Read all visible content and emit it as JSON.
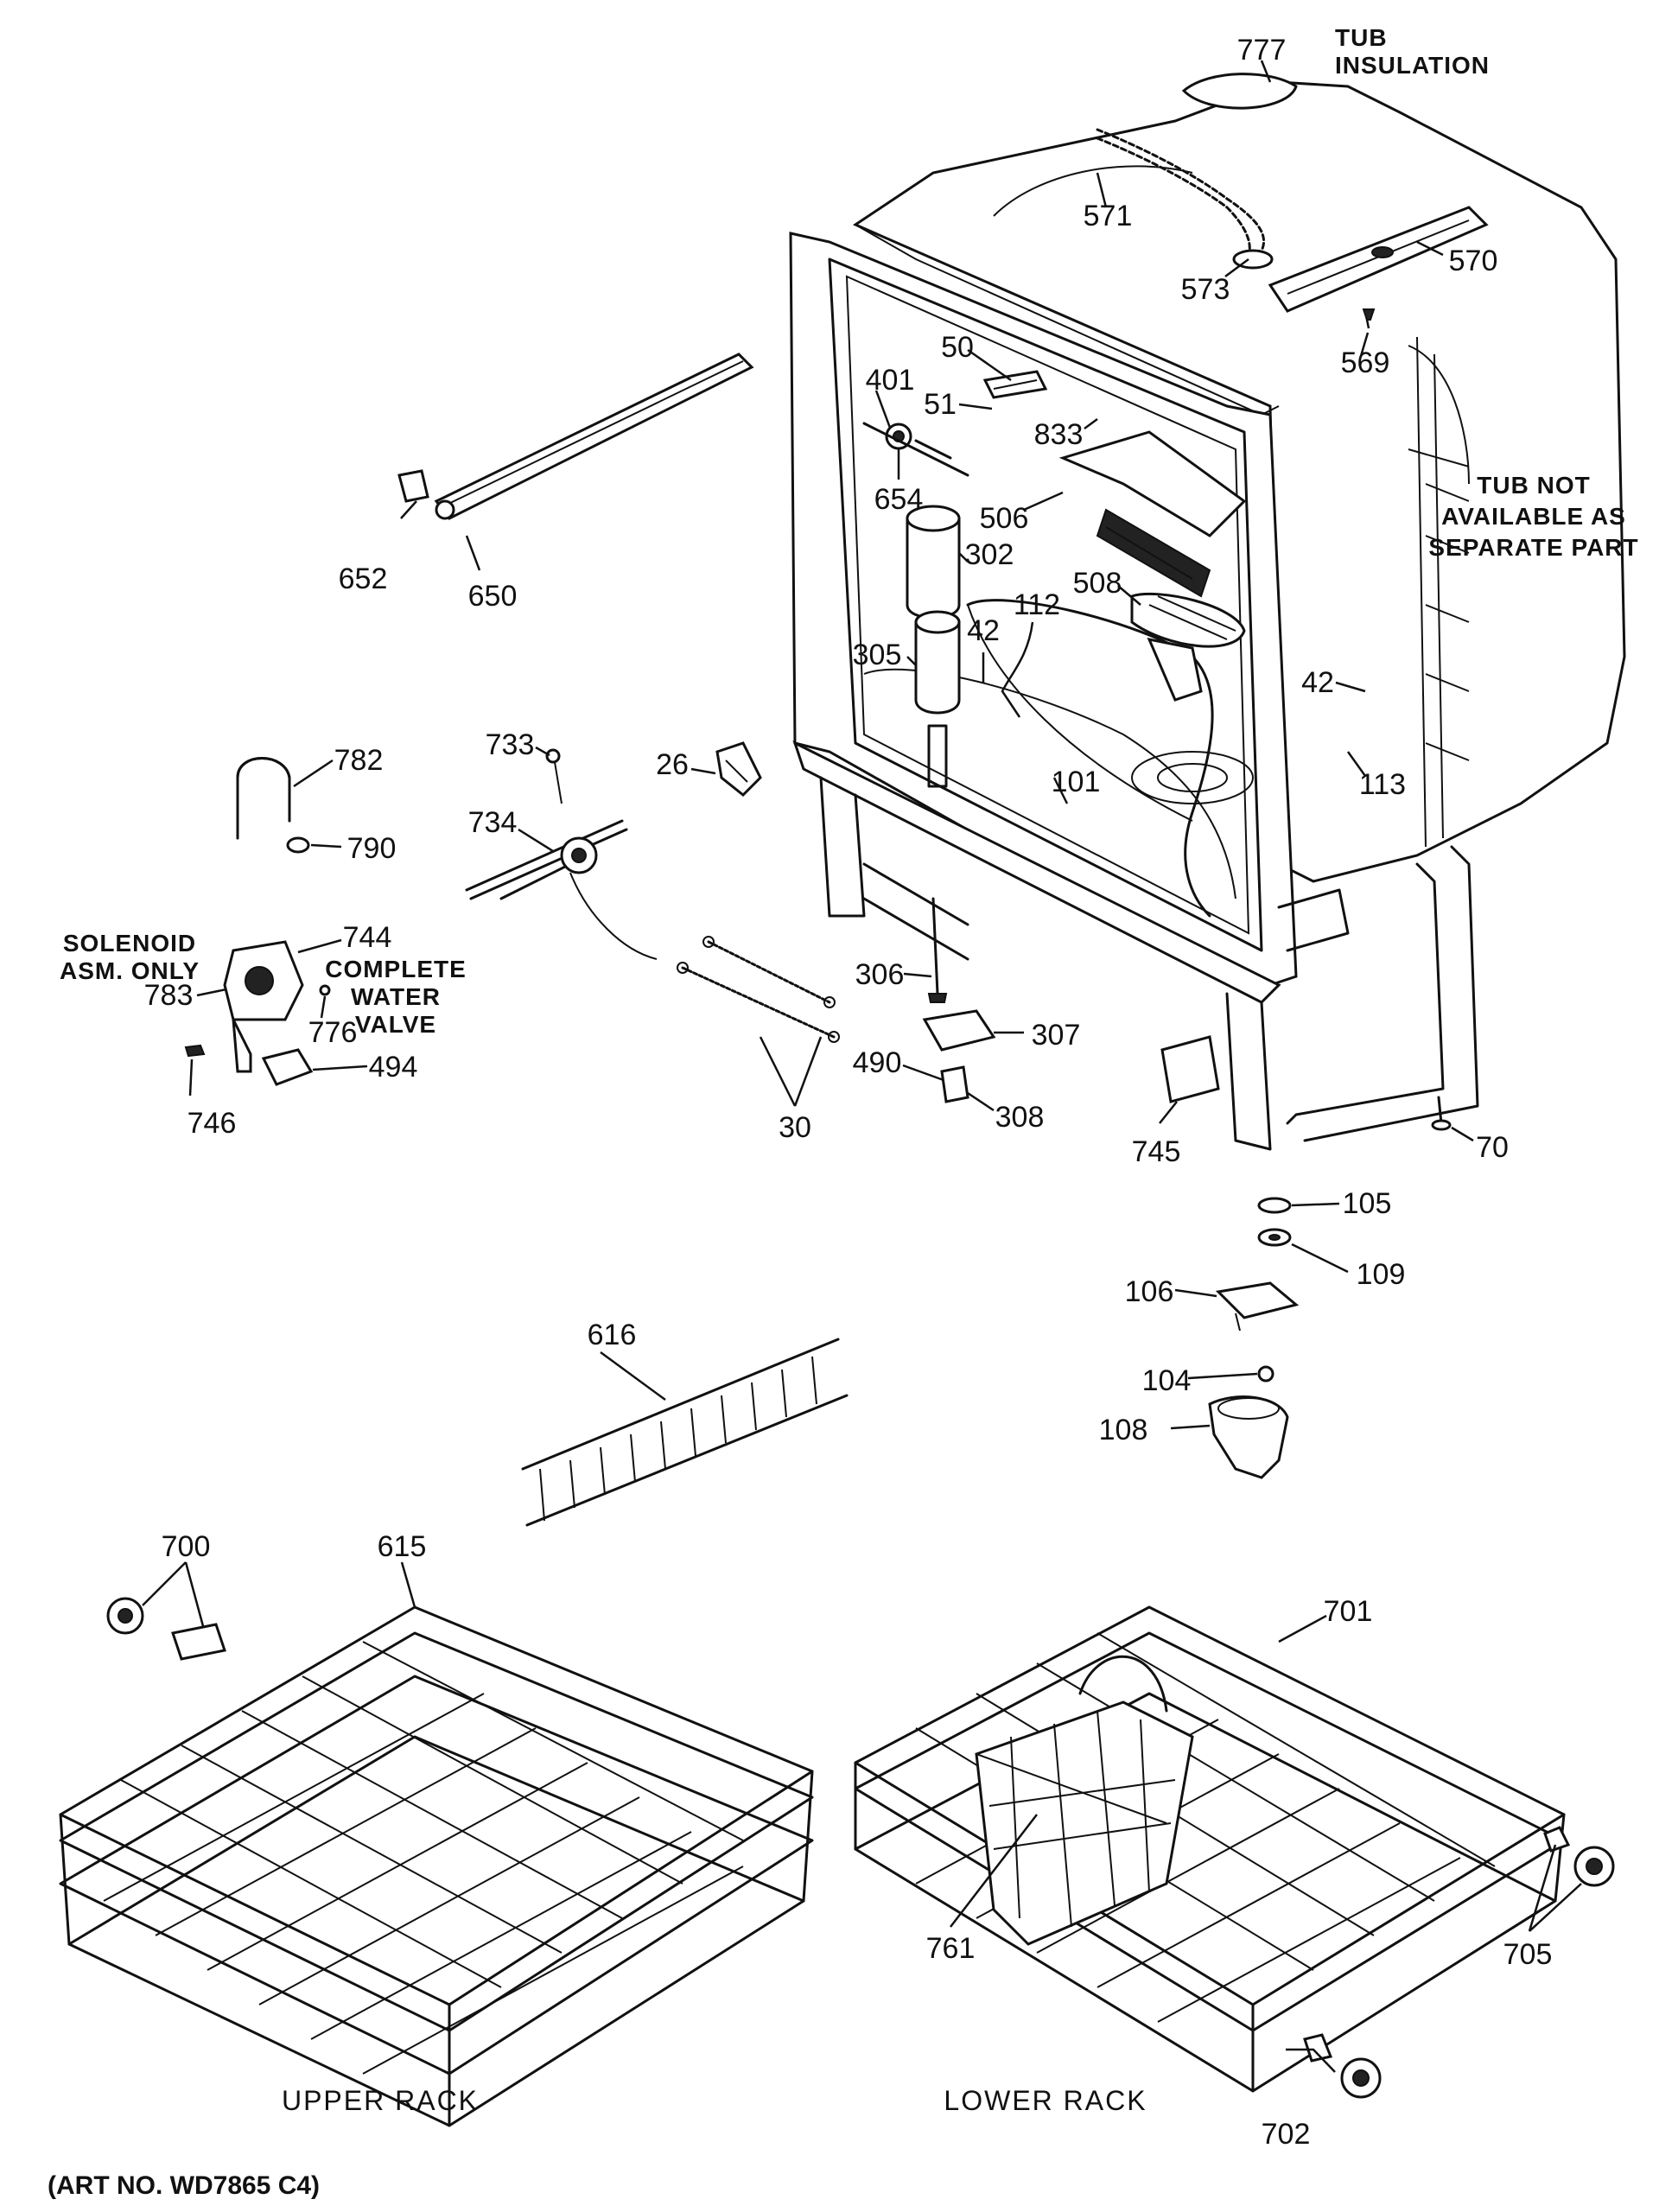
{
  "colors": {
    "ink": "#111111",
    "paper": "#ffffff"
  },
  "captions": {
    "tub_insulation": [
      "TUB",
      "INSULATION"
    ],
    "tub_not_available": [
      "TUB NOT",
      "AVAILABLE AS",
      "SEPARATE PART"
    ],
    "solenoid": [
      "SOLENOID",
      "ASM. ONLY"
    ],
    "complete_valve": [
      "COMPLETE",
      "WATER",
      "VALVE"
    ],
    "upper_rack": "UPPER RACK",
    "lower_rack": "LOWER RACK",
    "art_no": "(ART NO. WD7865 C4)"
  },
  "callouts": [
    {
      "id": "777",
      "text": "777"
    },
    {
      "id": "571",
      "text": "571"
    },
    {
      "id": "573",
      "text": "573"
    },
    {
      "id": "570",
      "text": "570"
    },
    {
      "id": "569",
      "text": "569"
    },
    {
      "id": "50",
      "text": "50"
    },
    {
      "id": "401",
      "text": "401"
    },
    {
      "id": "51",
      "text": "51"
    },
    {
      "id": "833",
      "text": "833"
    },
    {
      "id": "654",
      "text": "654"
    },
    {
      "id": "506",
      "text": "506"
    },
    {
      "id": "302",
      "text": "302"
    },
    {
      "id": "508",
      "text": "508"
    },
    {
      "id": "112",
      "text": "112"
    },
    {
      "id": "42a",
      "text": "42"
    },
    {
      "id": "305",
      "text": "305"
    },
    {
      "id": "42b",
      "text": "42"
    },
    {
      "id": "113",
      "text": "113"
    },
    {
      "id": "101",
      "text": "101"
    },
    {
      "id": "652",
      "text": "652"
    },
    {
      "id": "650",
      "text": "650"
    },
    {
      "id": "782",
      "text": "782"
    },
    {
      "id": "790",
      "text": "790"
    },
    {
      "id": "733",
      "text": "733"
    },
    {
      "id": "734",
      "text": "734"
    },
    {
      "id": "26",
      "text": "26"
    },
    {
      "id": "744",
      "text": "744"
    },
    {
      "id": "783",
      "text": "783"
    },
    {
      "id": "776",
      "text": "776"
    },
    {
      "id": "746",
      "text": "746"
    },
    {
      "id": "494",
      "text": "494"
    },
    {
      "id": "30",
      "text": "30"
    },
    {
      "id": "306",
      "text": "306"
    },
    {
      "id": "307",
      "text": "307"
    },
    {
      "id": "490",
      "text": "490"
    },
    {
      "id": "308",
      "text": "308"
    },
    {
      "id": "745",
      "text": "745"
    },
    {
      "id": "70",
      "text": "70"
    },
    {
      "id": "105",
      "text": "105"
    },
    {
      "id": "109",
      "text": "109"
    },
    {
      "id": "106",
      "text": "106"
    },
    {
      "id": "104",
      "text": "104"
    },
    {
      "id": "108",
      "text": "108"
    },
    {
      "id": "616",
      "text": "616"
    },
    {
      "id": "700",
      "text": "700"
    },
    {
      "id": "615",
      "text": "615"
    },
    {
      "id": "701",
      "text": "701"
    },
    {
      "id": "761",
      "text": "761"
    },
    {
      "id": "705",
      "text": "705"
    },
    {
      "id": "702",
      "text": "702"
    }
  ]
}
